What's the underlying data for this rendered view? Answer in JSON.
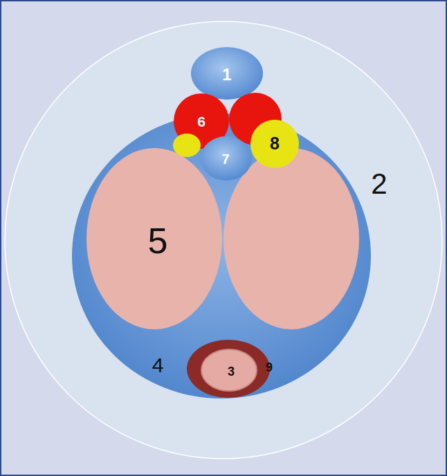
{
  "diagram": {
    "labels": [
      "1",
      "6",
      "8",
      "7",
      "2",
      "5",
      "4",
      "3",
      "9"
    ]
  }
}
